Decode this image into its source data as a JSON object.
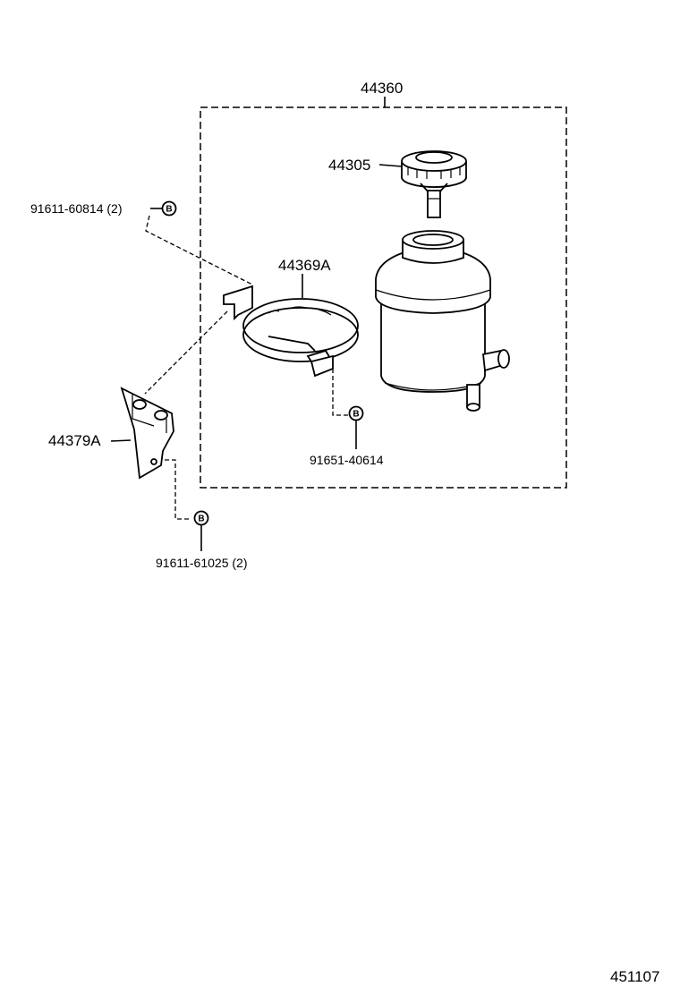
{
  "diagram": {
    "parts": {
      "assembly": "44360",
      "cap": "44305",
      "band": "44369A",
      "bracket": "44379A",
      "bolt_upper": "91611-60814 (2)",
      "bolt_band": "91651-40614",
      "bolt_lower": "91611-61025 (2)"
    },
    "badge_letter": "B",
    "figure_number": "451107"
  }
}
